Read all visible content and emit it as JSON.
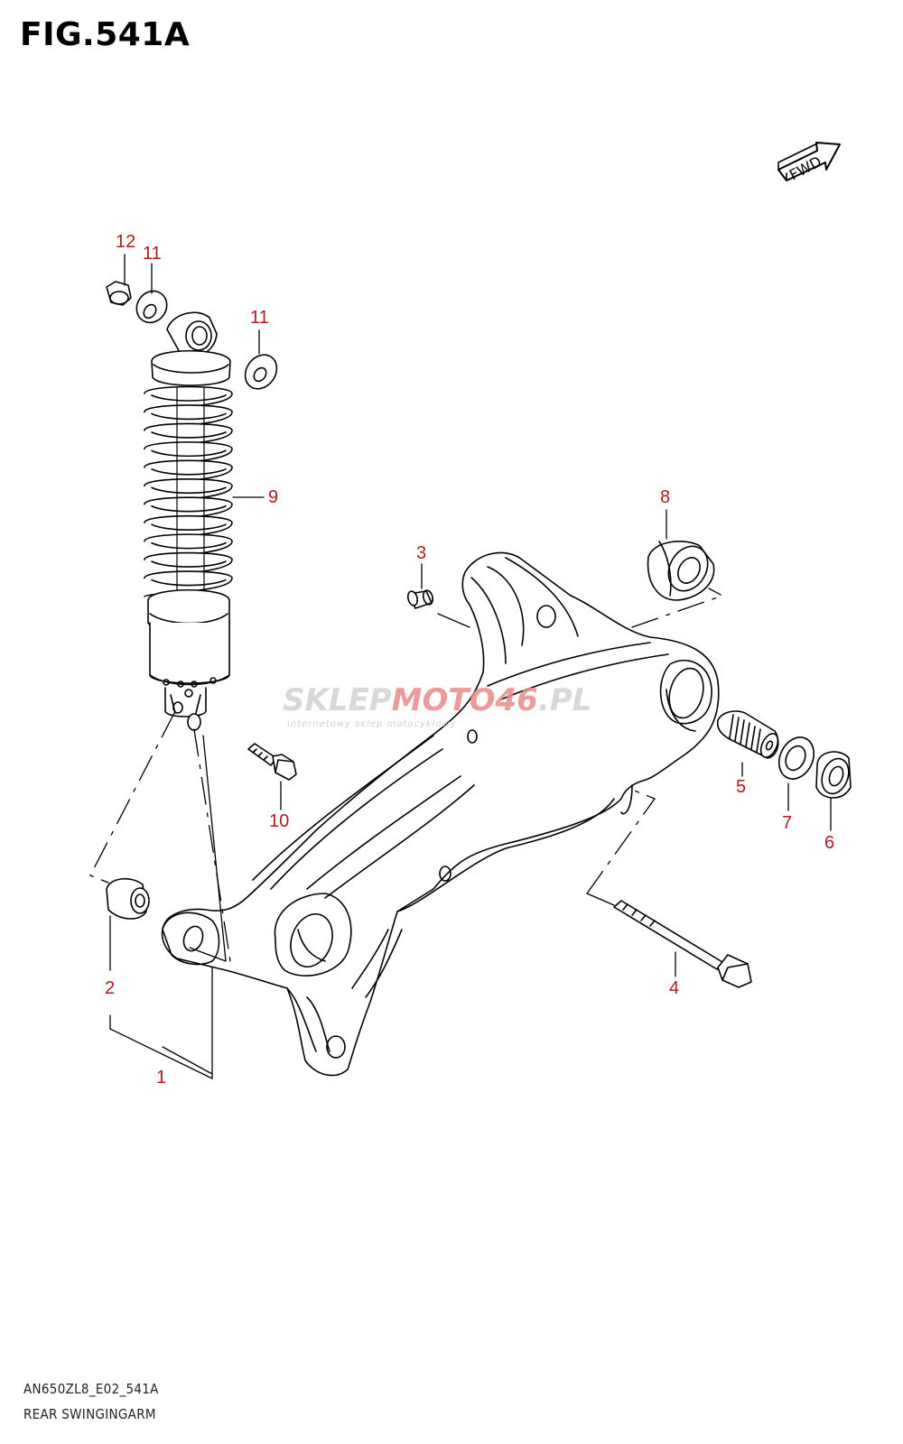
{
  "figure": {
    "title": "FIG.541A",
    "code": "AN650ZL8_E02_541A",
    "name": "REAR SWINGINGARM"
  },
  "fwd_label": "FWD",
  "watermark": {
    "part1": "SKLEP",
    "part2": "MOTO",
    "part3": "46",
    "part4": ".PL",
    "tagline": "internetowy sklep motocyklowy"
  },
  "callouts": {
    "c1": "1",
    "c2": "2",
    "c3": "3",
    "c4": "4",
    "c5": "5",
    "c6": "6",
    "c7": "7",
    "c8": "8",
    "c9": "9",
    "c10": "10",
    "c11a": "11",
    "c11b": "11",
    "c12": "12"
  },
  "colors": {
    "callout": "#b11a1a",
    "line": "#000000",
    "watermark_gray": "#c9c9c9",
    "watermark_red": "#e88a8a"
  }
}
